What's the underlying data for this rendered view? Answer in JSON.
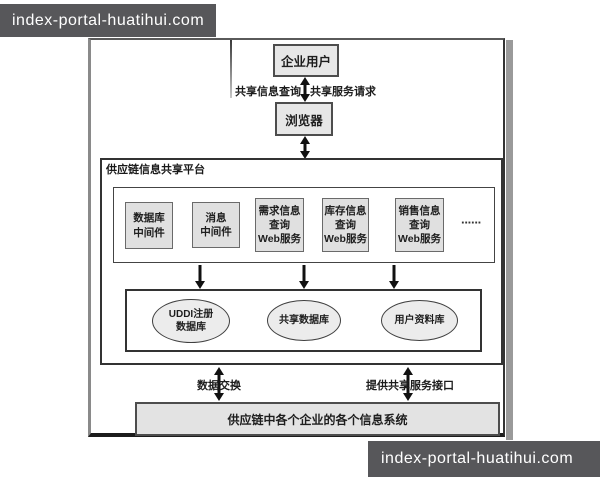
{
  "watermark": {
    "text": "index-portal-huatihui.com",
    "bar_color": "#57575a",
    "text_color": "#ffffff"
  },
  "diagram": {
    "top_flow": {
      "user_box": "企业用户",
      "browser_box": "浏览器",
      "arrow_left_label": "共享信息查询",
      "arrow_right_label": "共享服务请求"
    },
    "platform": {
      "title": "供应链信息共享平台",
      "service_boxes": [
        {
          "lines": [
            "数据库",
            "中间件"
          ]
        },
        {
          "lines": [
            "消息",
            "中间件"
          ]
        },
        {
          "lines": [
            "需求信息",
            "查询",
            "Web服务"
          ]
        },
        {
          "lines": [
            "库存信息",
            "查询",
            "Web服务"
          ]
        },
        {
          "lines": [
            "销售信息",
            "查询",
            "Web服务"
          ]
        }
      ],
      "ellipsis": "······",
      "databases": [
        {
          "lines": [
            "UDDI注册",
            "数据库"
          ]
        },
        {
          "lines": [
            "共享数据库"
          ]
        },
        {
          "lines": [
            "用户资料库"
          ]
        }
      ]
    },
    "bottom": {
      "exchange_label": "数据交换",
      "interface_label": "提供共享服务接口",
      "systems_box": "供应链中各个企业的各个信息系统"
    }
  },
  "colors": {
    "box_fill": "#e7e7e7",
    "box_border": "#4d4d4d",
    "frame_shadow": "#9a9a9a",
    "arrow": "#111111"
  }
}
